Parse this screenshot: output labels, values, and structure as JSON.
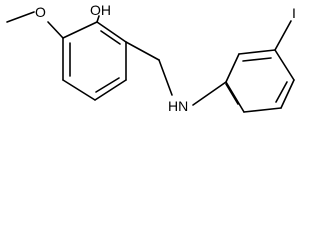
{
  "molecule": {
    "atoms": {
      "oh": "OH",
      "methoxy_o": "O",
      "nh": "HN",
      "iodo": "I"
    }
  }
}
